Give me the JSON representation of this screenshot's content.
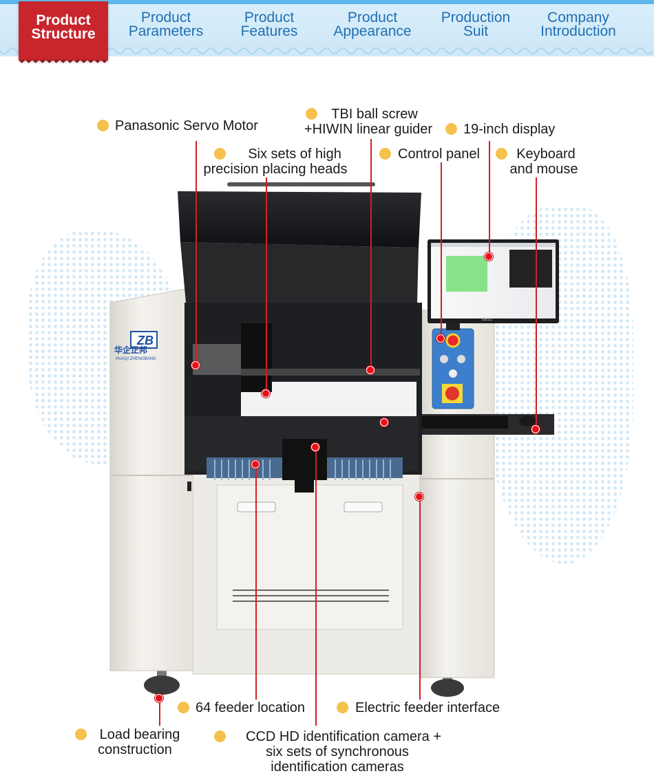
{
  "nav": {
    "tabs": [
      {
        "line1": "Product",
        "line2": "Structure",
        "active": true
      },
      {
        "line1": "Product",
        "line2": "Parameters",
        "active": false
      },
      {
        "line1": "Product",
        "line2": "Features",
        "active": false
      },
      {
        "line1": "Product",
        "line2": "Appearance",
        "active": false
      },
      {
        "line1": "Production",
        "line2": "Suit",
        "active": false
      },
      {
        "line1": "Company",
        "line2": "Introduction",
        "active": false
      }
    ]
  },
  "machine": {
    "brand_cn": "华企正邦",
    "brand_en": "HUAQI ZHENGBANG",
    "logo": "ZB",
    "monitor_brand": "DELL"
  },
  "callouts": {
    "servo_motor": "Panasonic Servo Motor",
    "placing_heads_1": "Six sets of high",
    "placing_heads_2": "precision  placing heads",
    "ball_screw_1": "TBI ball screw",
    "ball_screw_2": "+HIWIN linear guider",
    "display": "19-inch display",
    "control_panel": "Control panel",
    "keyboard_1": "Keyboard",
    "keyboard_2": "and mouse",
    "feeder_location": "64 feeder location",
    "feeder_interface": "Electric feeder interface",
    "load_bearing_1": "Load bearing",
    "load_bearing_2": "construction",
    "ccd_1": "CCD HD identification camera +",
    "ccd_2": "six sets of synchronous",
    "ccd_3": "identification cameras"
  },
  "colors": {
    "active_tab": "#c8252c",
    "tab_text": "#1f6fb3",
    "tab_bar": "#cfe8f8",
    "bullet": "#f5c14c",
    "pin": "#e8101a"
  }
}
